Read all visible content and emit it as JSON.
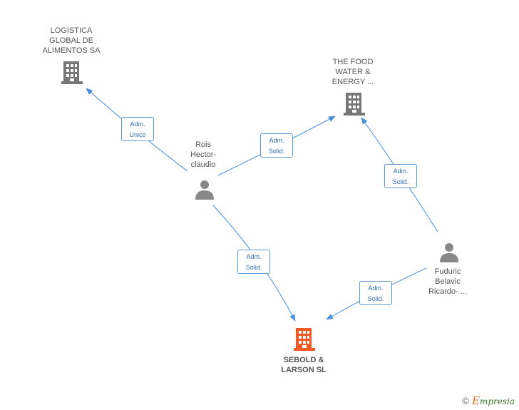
{
  "nodes": {
    "logistica": {
      "label_lines": [
        "LOGISTICA",
        "GLOBAL DE",
        "ALIMENTOS SA"
      ]
    },
    "thefood": {
      "label_lines": [
        "THE FOOD",
        "WATER &",
        "ENERGY ..."
      ]
    },
    "rois": {
      "label_lines": [
        "Rois",
        "Hector-",
        "claudio"
      ]
    },
    "fuduric": {
      "label_lines": [
        "Fuduric",
        "Belavic",
        "Ricardo- ..."
      ]
    },
    "sebold": {
      "label_lines": [
        "SEBOLD &",
        "LARSON SL"
      ]
    }
  },
  "edges": {
    "rois_logistica": {
      "line1": "Adm.",
      "line2": "Unico"
    },
    "rois_thefood": {
      "line1": "Adm.",
      "line2": "Solid."
    },
    "fuduric_thefood": {
      "line1": "Adm.",
      "line2": "Solid."
    },
    "rois_sebold": {
      "line1": "Adm.",
      "line2": "Solid."
    },
    "fuduric_sebold": {
      "line1": "Adm.",
      "line2": "Solid."
    }
  },
  "colors": {
    "company": "#777777",
    "focus_company": "#f05a24",
    "person": "#888888",
    "edge": "#4a90d9"
  },
  "brand": {
    "copyright": "©",
    "initial": "E",
    "rest": "mpresia"
  }
}
